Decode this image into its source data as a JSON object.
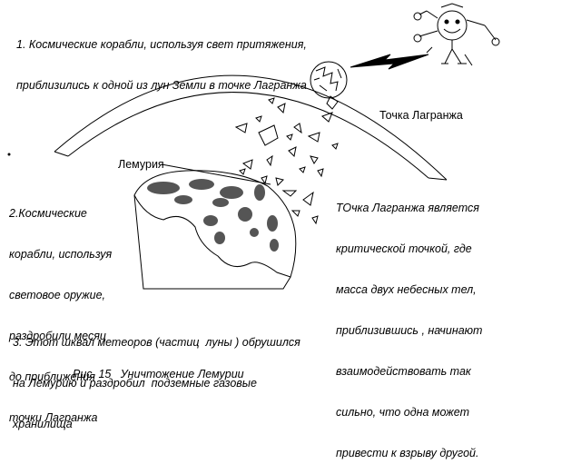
{
  "caption1": {
    "lines": [
      "1. Космические корабли, используя свет притяжения,",
      "приблизились к одной из лун Земли в точке Лагранжа"
    ]
  },
  "caption2": {
    "lines": [
      "2.Космические",
      "корабли, используя",
      "световое оружие,",
      "раздробили месяц",
      "до приближения",
      "точки Лагранжа"
    ]
  },
  "caption3": {
    "lines": [
      "3. Этот шквал метеоров (частиц  луны ) обрушился",
      "на Лемурию и раздробил  подземные газовые",
      "хранилища"
    ]
  },
  "explanation": {
    "lines": [
      "ТОчка Лагранжа является",
      "критической точкой, где",
      "масса двух небесных тел,",
      "приблизившись , начинают",
      "взаимодействовать так",
      "сильно, что одна может",
      "привести к взрыву другой."
    ]
  },
  "labels": {
    "lagrange_point": "Точка Лагранжа",
    "lemuria": "Лемурия"
  },
  "figure_caption": "Рис. 15   Уничтожение Лемурии",
  "colors": {
    "ink": "#000000",
    "background": "#ffffff",
    "speckle": "#555555"
  },
  "icons": {
    "moon": "shattered-moon-icon",
    "spaceship": "smiling-spaceship-icon",
    "beam": "zigzag-beam-arrow-icon"
  }
}
